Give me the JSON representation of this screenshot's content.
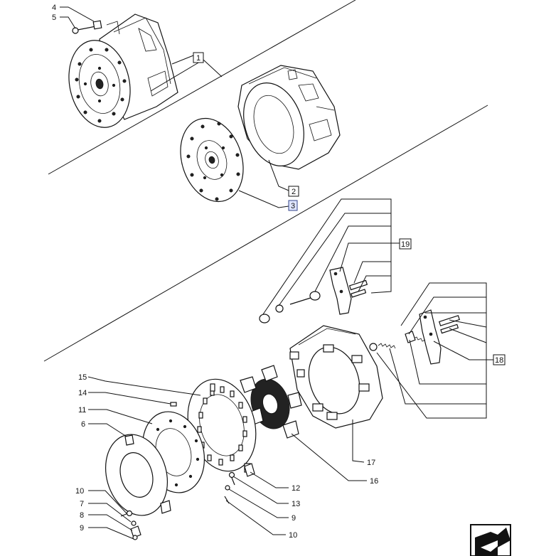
{
  "callouts": [
    {
      "id": "c4",
      "text": "4"
    },
    {
      "id": "c5",
      "text": "5"
    },
    {
      "id": "c1",
      "text": "1"
    },
    {
      "id": "c2",
      "text": "2"
    },
    {
      "id": "c3",
      "text": "3"
    },
    {
      "id": "c19",
      "text": "19"
    },
    {
      "id": "c18",
      "text": "18"
    },
    {
      "id": "c15",
      "text": "15"
    },
    {
      "id": "c14",
      "text": "14"
    },
    {
      "id": "c11",
      "text": "11"
    },
    {
      "id": "c6",
      "text": "6"
    },
    {
      "id": "c12",
      "text": "12"
    },
    {
      "id": "c13",
      "text": "13"
    },
    {
      "id": "c9a",
      "text": "9"
    },
    {
      "id": "c10a",
      "text": "10"
    },
    {
      "id": "c17",
      "text": "17"
    },
    {
      "id": "c16",
      "text": "16"
    },
    {
      "id": "c10b",
      "text": "10"
    },
    {
      "id": "c7",
      "text": "7"
    },
    {
      "id": "c8",
      "text": "8"
    },
    {
      "id": "c9b",
      "text": "9"
    }
  ],
  "nav_icon": "page-turn-arrow-icon"
}
